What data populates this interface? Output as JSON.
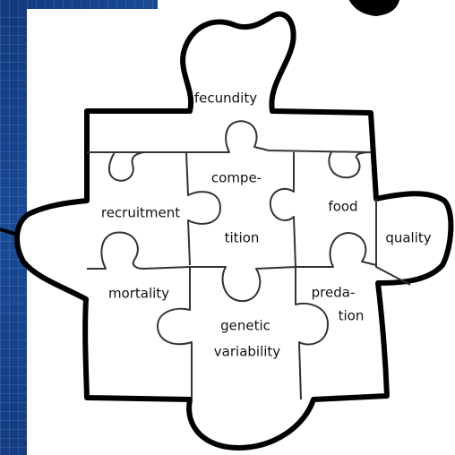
{
  "pieces": {
    "fecundity": "fecundity",
    "competition_line1": "compe-",
    "competition_line2": "tition",
    "recruitment": "recruitment",
    "food": "food",
    "quality": "quality",
    "mortality": "mortality",
    "predation_line1": "preda-",
    "predation_line2": "tion",
    "genetic_variability_line1": "genetic",
    "genetic_variability_line2": "variability"
  },
  "colors": {
    "slide_background": "#1a4a96",
    "puzzle_fill": "#ffffff",
    "outline": "#000000",
    "inner_lines": "#333333"
  }
}
